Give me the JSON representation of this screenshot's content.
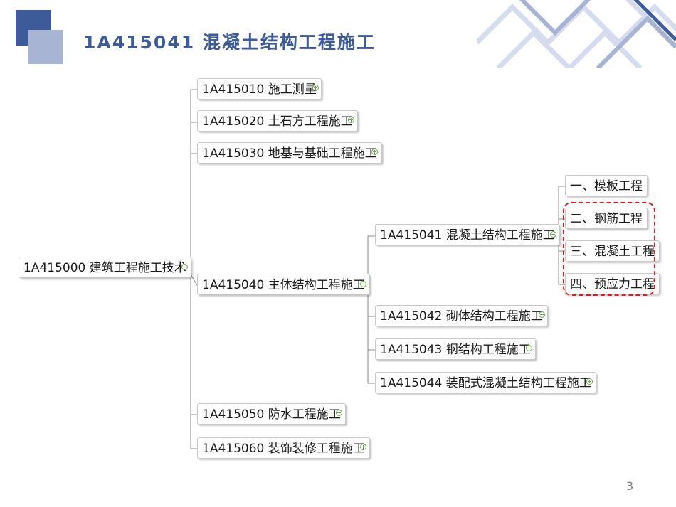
{
  "slide": {
    "title": "1A415041 混凝土结构工程施工",
    "page_number": "3"
  },
  "mindmap": {
    "root": "1A415000 建筑工程施工技术",
    "level1": [
      "1A415010 施工测量",
      "1A415020 土石方工程施工",
      "1A415030 地基与基础工程施工",
      "1A415040 主体结构工程施工",
      "1A415050 防水工程施工",
      "1A415060 装饰装修工程施工"
    ],
    "level2": [
      "1A415041 混凝土结构工程施工",
      "1A415042 砌体结构工程施工",
      "1A415043 钢结构工程施工",
      "1A415044 装配式混凝土结构工程施工"
    ],
    "level3": [
      "一、模板工程",
      "二、钢筋工程",
      "三、混凝土工程",
      "四、预应力工程"
    ],
    "highlighted_items": [
      "二、钢筋工程",
      "三、混凝土工程",
      "四、预应力工程"
    ]
  },
  "colors": {
    "title": "#3d5a99",
    "connector": "#8a8a8a",
    "expander": "#6aa84f",
    "highlight": "#d42020"
  },
  "icons": {
    "expander_collapsed": "circle-plus-icon",
    "expander_expanded": "circle-minus-icon"
  }
}
